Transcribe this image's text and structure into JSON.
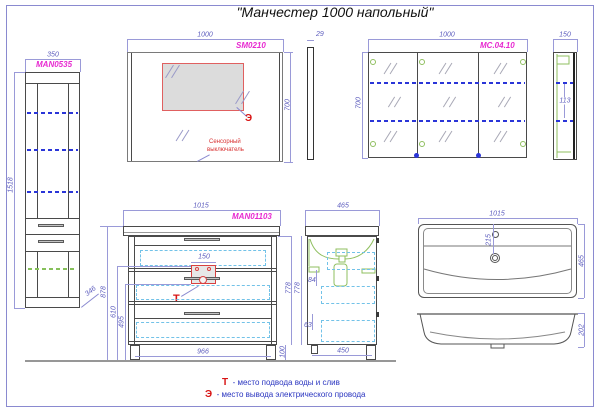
{
  "title": "\"Манчестер 1000 напольный\"",
  "tall_cabinet": {
    "label": "MAN0535",
    "width": "350",
    "height": "1518",
    "depth": "346"
  },
  "mirror": {
    "label": "SM0210",
    "width": "1000",
    "height": "700",
    "thickness": "29",
    "electric_mark": "Э",
    "switch_line1": "Сенсорный",
    "switch_line2": "выключатель"
  },
  "mirror_cabinet": {
    "label": "MC.04.10",
    "width": "1000",
    "height": "700",
    "depth": "150",
    "shelf_gap": "113"
  },
  "vanity": {
    "label": "MAN01103",
    "width": "1015",
    "hole_width": "150",
    "height_total": "878",
    "hole_top": "610",
    "hole_bottom": "495",
    "between_legs": "966",
    "leg_height": "100",
    "body_height": "778",
    "water_mark": "Т"
  },
  "vanity_side": {
    "depth": "465",
    "body_height": "778",
    "base_width": "450",
    "gap_top": "84",
    "gap_bottom": "63"
  },
  "sink": {
    "width": "1015",
    "depth": "465",
    "drain_offset": "215",
    "height": "202"
  },
  "legend": {
    "water_mark": "Т",
    "water_text": "- место подвода воды и слив",
    "electric_mark": "Э",
    "electric_text": "- место вывода электрического провода"
  },
  "colors": {
    "dimension": "#5d5dbe",
    "model_label": "#e72ad0",
    "alert": "#d81414",
    "shelf_dash": "#2a35d8",
    "drawer_dash": "#72c2e8",
    "hardware_green": "#8fbf5f"
  }
}
